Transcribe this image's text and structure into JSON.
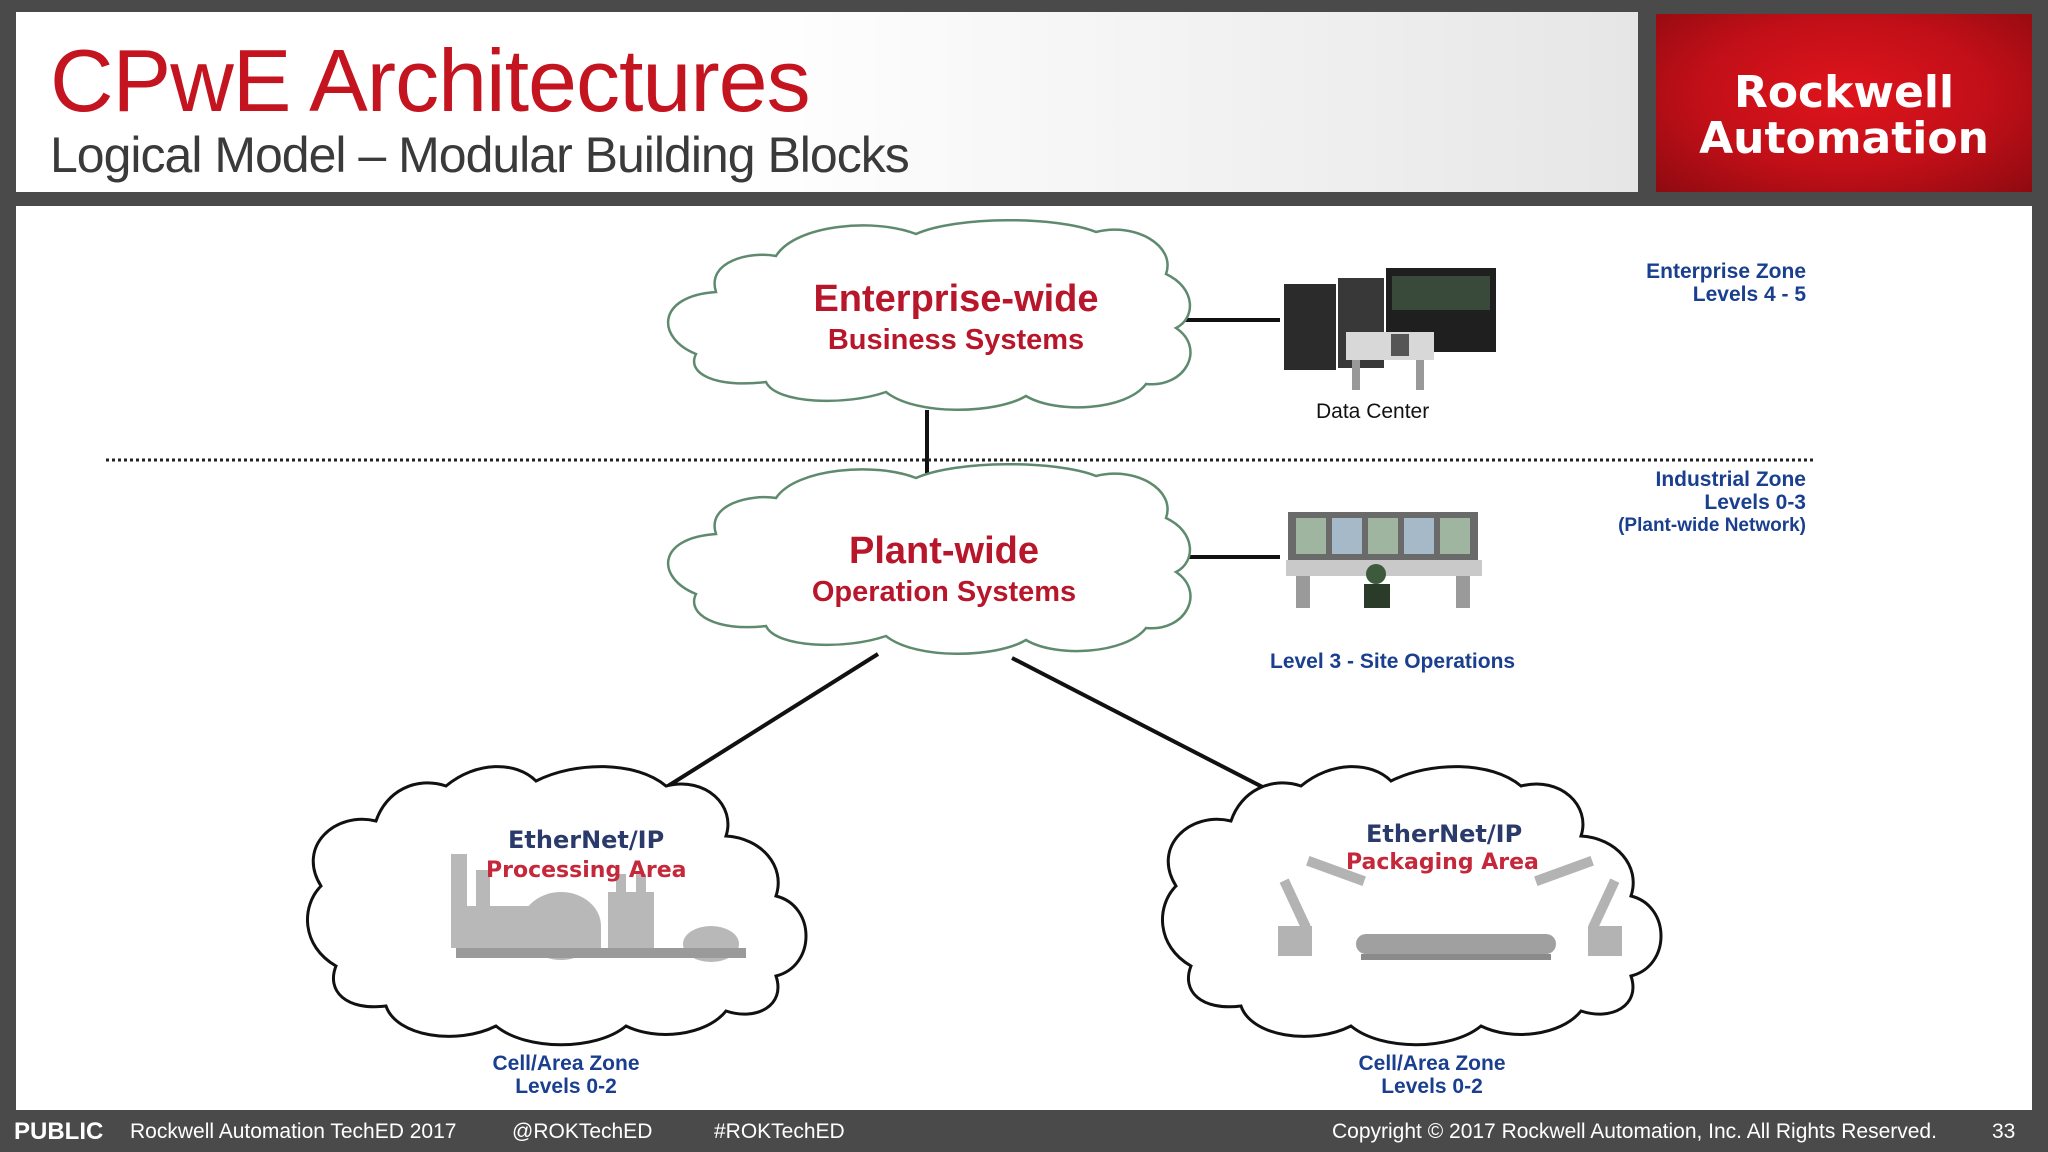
{
  "header": {
    "title": "CPwE Architectures",
    "subtitle": "Logical Model – Modular Building Blocks",
    "logo_line1": "Rockwell",
    "logo_line2": "Automation"
  },
  "diagram": {
    "enterprise_cloud_title": "Enterprise-wide",
    "enterprise_cloud_sub": "Business Systems",
    "plant_cloud_title": "Plant-wide",
    "plant_cloud_sub": "Operation Systems",
    "data_center_label": "Data Center",
    "site_ops_label": "Level 3 - Site Operations",
    "enterprise_zone": {
      "line1": "Enterprise Zone",
      "line2": "Levels 4 - 5"
    },
    "industrial_zone": {
      "line1": "Industrial Zone",
      "line2": "Levels 0-3",
      "line3": "(Plant-wide Network)"
    },
    "processing": {
      "ethernet": "EtherNet/IP",
      "area": "Processing Area",
      "zone1": "Cell/Area Zone",
      "zone2": "Levels 0-2"
    },
    "packaging": {
      "ethernet": "EtherNet/IP",
      "area": "Packaging Area",
      "zone1": "Cell/Area Zone",
      "zone2": "Levels 0-2"
    }
  },
  "footer": {
    "classification": "PUBLIC",
    "event": "Rockwell Automation TechED 2017",
    "handle": "@ROKTechED",
    "hashtag": "#ROKTechED",
    "copyright": "Copyright © 2017 Rockwell Automation, Inc. All Rights Reserved.",
    "page": "33"
  },
  "colors": {
    "accent_red": "#c4141f",
    "zone_blue": "#1a3f8f",
    "cloud_outline_green": "#5e8a6e"
  }
}
